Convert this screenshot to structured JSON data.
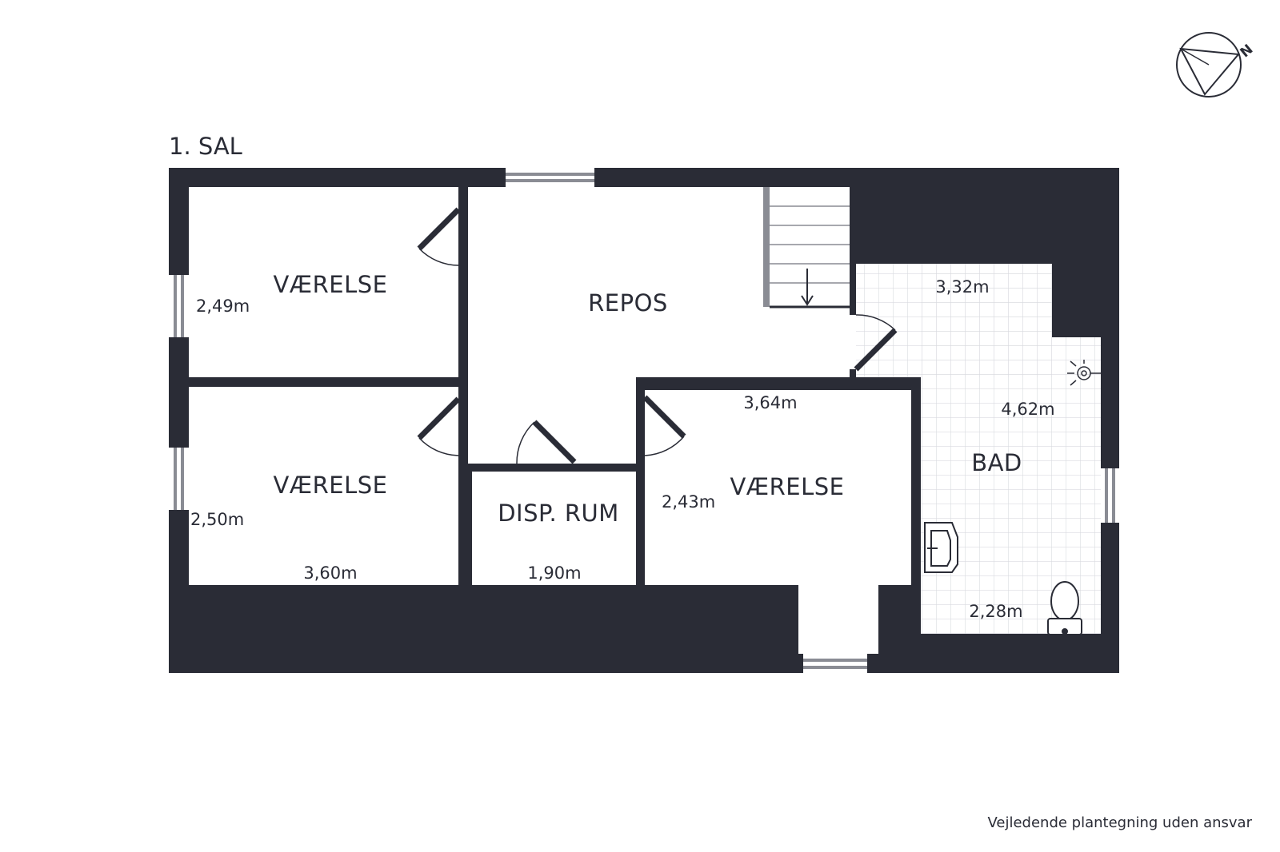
{
  "floor_title": "1. SAL",
  "compass": {
    "label": "N"
  },
  "rooms": [
    {
      "name": "VÆRELSE",
      "dims": [
        "2,49m"
      ]
    },
    {
      "name": "REPOS",
      "dims": []
    },
    {
      "name": "VÆRELSE",
      "dims": [
        "2,50m",
        "3,60m"
      ]
    },
    {
      "name": "DISP. RUM",
      "dims": [
        "1,90m"
      ]
    },
    {
      "name": "VÆRELSE",
      "dims": [
        "3,64m",
        "2,43m"
      ]
    },
    {
      "name": "BAD",
      "dims": [
        "3,32m",
        "4,62m",
        "2,28m"
      ]
    }
  ],
  "disclaimer": "Vejledende plantegning uden ansvar",
  "colors": {
    "wall": "#2a2c36",
    "tile": "#dfe1e5",
    "window": "#8a8c94"
  }
}
